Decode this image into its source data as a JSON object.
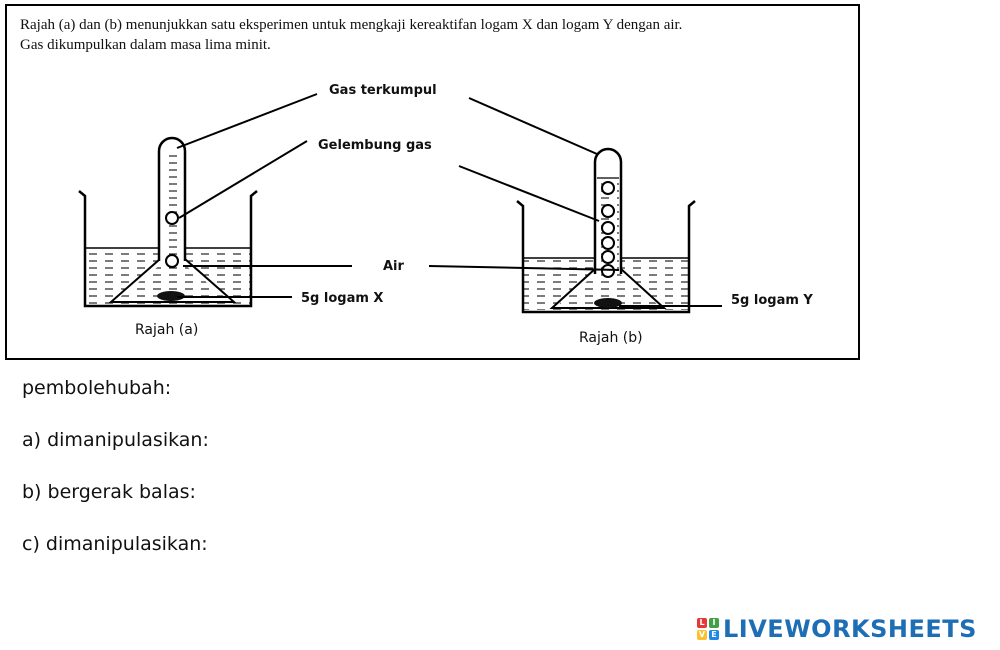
{
  "intro": {
    "line1": "Rajah (a) dan (b) menunjukkan satu eksperimen untuk mengkaji kereaktifan logam X dan logam Y dengan air.",
    "line2": "Gas dikumpulkan dalam masa lima minit."
  },
  "diagram": {
    "label_gas_collected": "Gas terkumpul",
    "label_bubbles": "Gelembung gas",
    "label_water": "Air",
    "label_metal_x": "5g logam X",
    "label_metal_y": "5g logam Y",
    "caption_a": "Rajah (a)",
    "caption_b": "Rajah (b)"
  },
  "questions": {
    "heading": "pembolehubah:",
    "a": "a) dimanipulasikan:",
    "b": "b) bergerak balas:",
    "c": "c) dimanipulasikan:"
  },
  "brand": {
    "text": "LIVEWORKSHEETS",
    "colors": [
      "#e53935",
      "#43a047",
      "#fbc02d",
      "#1e88e5"
    ],
    "letters": [
      "L",
      "I",
      "V",
      "E"
    ]
  }
}
